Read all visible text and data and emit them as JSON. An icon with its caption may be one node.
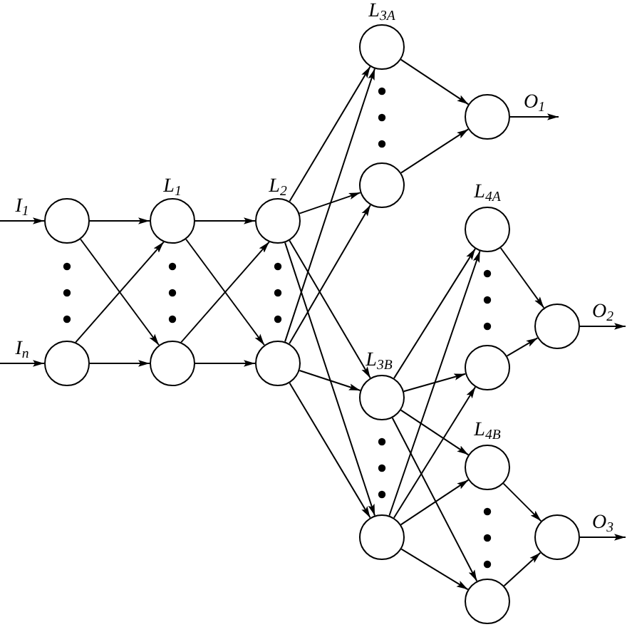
{
  "diagram": {
    "nodes": [
      {
        "text": [],
        "shape": "circle"
      },
      {
        "text": [],
        "shape": "circle"
      },
      {
        "text": [],
        "shape": "circle"
      },
      {
        "text": [],
        "shape": "circle"
      },
      {
        "text": [],
        "shape": "circle"
      },
      {
        "text": [],
        "shape": "circle"
      },
      {
        "text": [],
        "shape": "circle"
      },
      {
        "text": [],
        "shape": "circle"
      },
      {
        "text": [],
        "shape": "circle"
      },
      {
        "text": [],
        "shape": "circle"
      },
      {
        "text": [],
        "shape": "circle"
      },
      {
        "text": [],
        "shape": "circle"
      },
      {
        "text": [],
        "shape": "circle"
      },
      {
        "text": [],
        "shape": "circle"
      },
      {
        "text": [],
        "shape": "circle"
      },
      {
        "text": [],
        "shape": "circle"
      },
      {
        "text": [],
        "shape": "circle"
      }
    ],
    "edges": [
      {
        "from": null,
        "to": 0,
        "arrow": "to",
        "label": "I$_{1}$"
      },
      {
        "from": null,
        "to": 1,
        "arrow": "to",
        "label": "I$_{n}$"
      },
      {
        "from": 0,
        "to": 2,
        "arrow": "to"
      },
      {
        "from": 0,
        "to": 3,
        "arrow": "to"
      },
      {
        "from": 1,
        "to": 2,
        "arrow": "to"
      },
      {
        "from": 1,
        "to": 3,
        "arrow": "to"
      },
      {
        "from": 2,
        "to": 4,
        "arrow": "to"
      },
      {
        "from": 2,
        "to": 5,
        "arrow": "to"
      },
      {
        "from": 3,
        "to": 4,
        "arrow": "to"
      },
      {
        "from": 3,
        "to": 5,
        "arrow": "to"
      },
      {
        "from": 4,
        "to": 6,
        "arrow": "to"
      },
      {
        "from": 4,
        "to": 7,
        "arrow": "to"
      },
      {
        "from": 4,
        "to": 8,
        "arrow": "to"
      },
      {
        "from": 4,
        "to": 9,
        "arrow": "to"
      },
      {
        "from": 5,
        "to": 6,
        "arrow": "to"
      },
      {
        "from": 5,
        "to": 7,
        "arrow": "to"
      },
      {
        "from": 5,
        "to": 8,
        "arrow": "to"
      },
      {
        "from": 5,
        "to": 9,
        "arrow": "to"
      },
      {
        "from": 6,
        "to": 10,
        "arrow": "to"
      },
      {
        "from": 7,
        "to": 10,
        "arrow": "to"
      },
      {
        "from": 8,
        "to": 11,
        "arrow": "to"
      },
      {
        "from": 8,
        "to": 12,
        "arrow": "to"
      },
      {
        "from": 8,
        "to": 13,
        "arrow": "to"
      },
      {
        "from": 8,
        "to": 14,
        "arrow": "to"
      },
      {
        "from": 9,
        "to": 11,
        "arrow": "to"
      },
      {
        "from": 9,
        "to": 12,
        "arrow": "to"
      },
      {
        "from": 9,
        "to": 13,
        "arrow": "to"
      },
      {
        "from": 9,
        "to": 14,
        "arrow": "to"
      },
      {
        "from": 11,
        "to": 15,
        "arrow": "to"
      },
      {
        "from": 12,
        "to": 15,
        "arrow": "to"
      },
      {
        "from": 13,
        "to": 16,
        "arrow": "to"
      },
      {
        "from": 14,
        "to": 16,
        "arrow": "to"
      },
      {
        "from": 10,
        "to": null,
        "arrow": "to",
        "label": "O$_{1}$"
      },
      {
        "from": 15,
        "to": null,
        "arrow": "to",
        "label": "O$_{2}$"
      },
      {
        "from": 16,
        "to": null,
        "arrow": "to",
        "label": "O$_{3}$"
      }
    ],
    "labels": [
      "L$_{3A}$",
      "L$_{1}$",
      "L$_{2}$",
      "L$_{4A}$",
      "L$_{3B}$",
      "L$_{4B}$"
    ]
  }
}
